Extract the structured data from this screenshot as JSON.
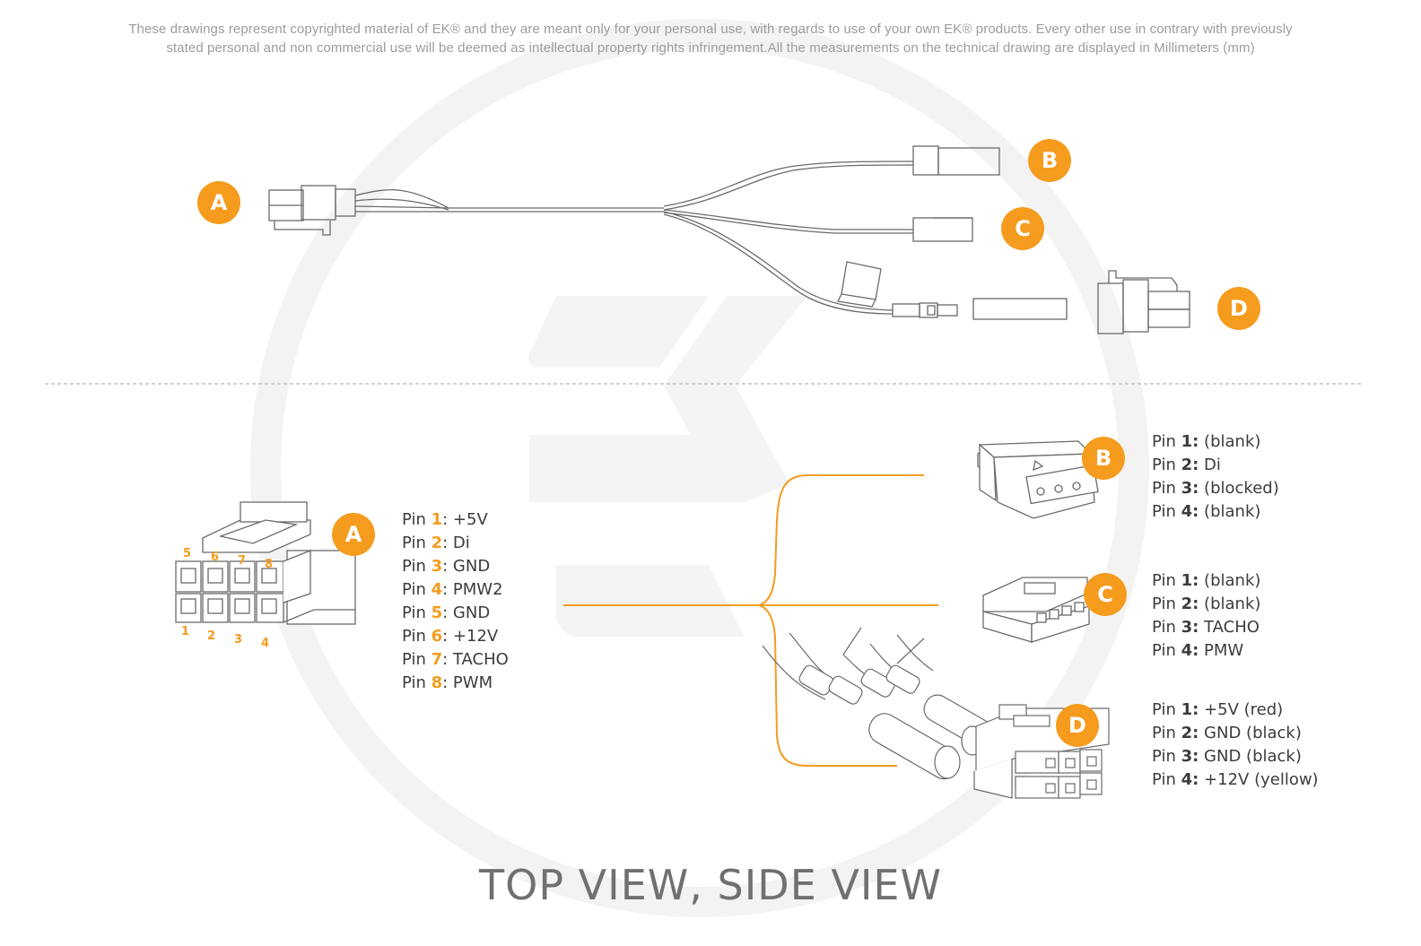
{
  "disclaimer": {
    "line1": "These drawings represent copyrighted material of EK® and they are meant only for your personal use, with regards to use of  your own EK® products. Every other use in contrary with previously",
    "line2": "stated personal and non commercial use will be deemed as intellectual property rights infringement.All the measurements on the technical drawing are displayed in Millimeters (mm)"
  },
  "colors": {
    "accent": "#f59b1e",
    "line": "#6a6a6a",
    "watermark": "#f2f2f2"
  },
  "top_view": {
    "badges": {
      "a": "A",
      "b": "B",
      "c": "C",
      "d": "D"
    }
  },
  "side_view": {
    "badges": {
      "a": "A",
      "b": "B",
      "c": "C",
      "d": "D"
    },
    "connector_a_numbers": [
      "5",
      "6",
      "7",
      "8",
      "1",
      "2",
      "3",
      "4"
    ],
    "pins_a": [
      {
        "label": "Pin ",
        "num": "1",
        "desc": ": +5V"
      },
      {
        "label": "Pin ",
        "num": "2",
        "desc": ": Di"
      },
      {
        "label": "Pin ",
        "num": "3",
        "desc": ": GND"
      },
      {
        "label": "Pin ",
        "num": "4",
        "desc": ": PMW2"
      },
      {
        "label": "Pin ",
        "num": "5",
        "desc": ": GND"
      },
      {
        "label": "Pin ",
        "num": "6",
        "desc": ": +12V"
      },
      {
        "label": "Pin ",
        "num": "7",
        "desc": ": TACHO"
      },
      {
        "label": "Pin ",
        "num": "8",
        "desc": ": PWM"
      }
    ],
    "pins_b": [
      {
        "label": "Pin ",
        "num": "1:",
        "desc": " (blank)"
      },
      {
        "label": "Pin ",
        "num": "2:",
        "desc": " Di"
      },
      {
        "label": "Pin ",
        "num": "3:",
        "desc": " (blocked)"
      },
      {
        "label": "Pin ",
        "num": "4:",
        "desc": " (blank)"
      }
    ],
    "pins_c": [
      {
        "label": "Pin ",
        "num": "1:",
        "desc": " (blank)"
      },
      {
        "label": "Pin ",
        "num": "2:",
        "desc": " (blank)"
      },
      {
        "label": "Pin ",
        "num": "3:",
        "desc": " TACHO"
      },
      {
        "label": "Pin ",
        "num": "4:",
        "desc": " PMW"
      }
    ],
    "pins_d": [
      {
        "label": "Pin ",
        "num": "1:",
        "desc": " +5V (red)"
      },
      {
        "label": "Pin ",
        "num": "2:",
        "desc": " GND (black)"
      },
      {
        "label": "Pin ",
        "num": "3:",
        "desc": " GND (black)"
      },
      {
        "label": "Pin ",
        "num": "4:",
        "desc": " +12V (yellow)"
      }
    ]
  },
  "footer": {
    "title": "TOP VIEW, SIDE VIEW"
  }
}
